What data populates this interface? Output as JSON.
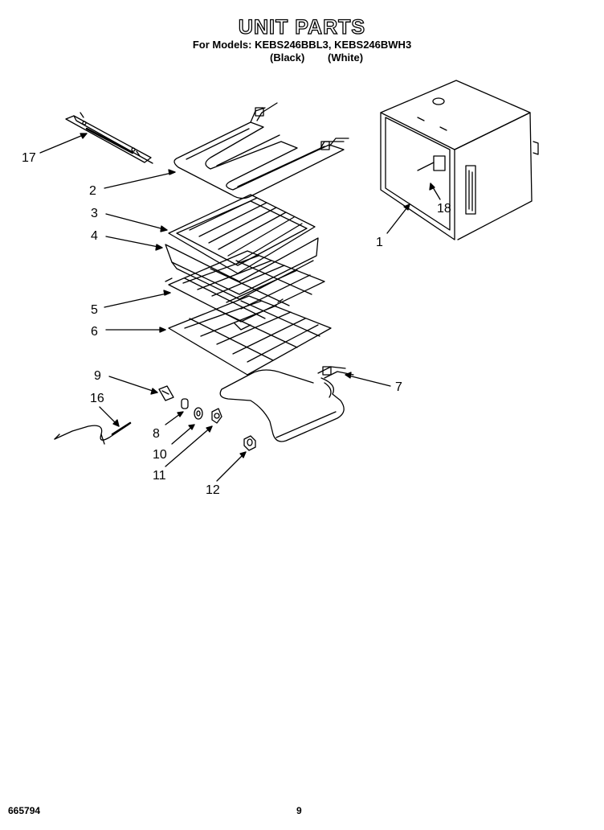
{
  "header": {
    "title": "UNIT PARTS",
    "models": "For Models: KEBS246BBL3, KEBS246BWH3",
    "color_black": "(Black)",
    "color_white": "(White)"
  },
  "callouts": {
    "c1": "1",
    "c2": "2",
    "c3": "3",
    "c4": "4",
    "c5": "5",
    "c6": "6",
    "c7": "7",
    "c8": "8",
    "c9": "9",
    "c10": "10",
    "c11": "11",
    "c12": "12",
    "c16": "16",
    "c17": "17",
    "c18": "18"
  },
  "footer": {
    "doc_number": "665794",
    "page_number": "9"
  }
}
